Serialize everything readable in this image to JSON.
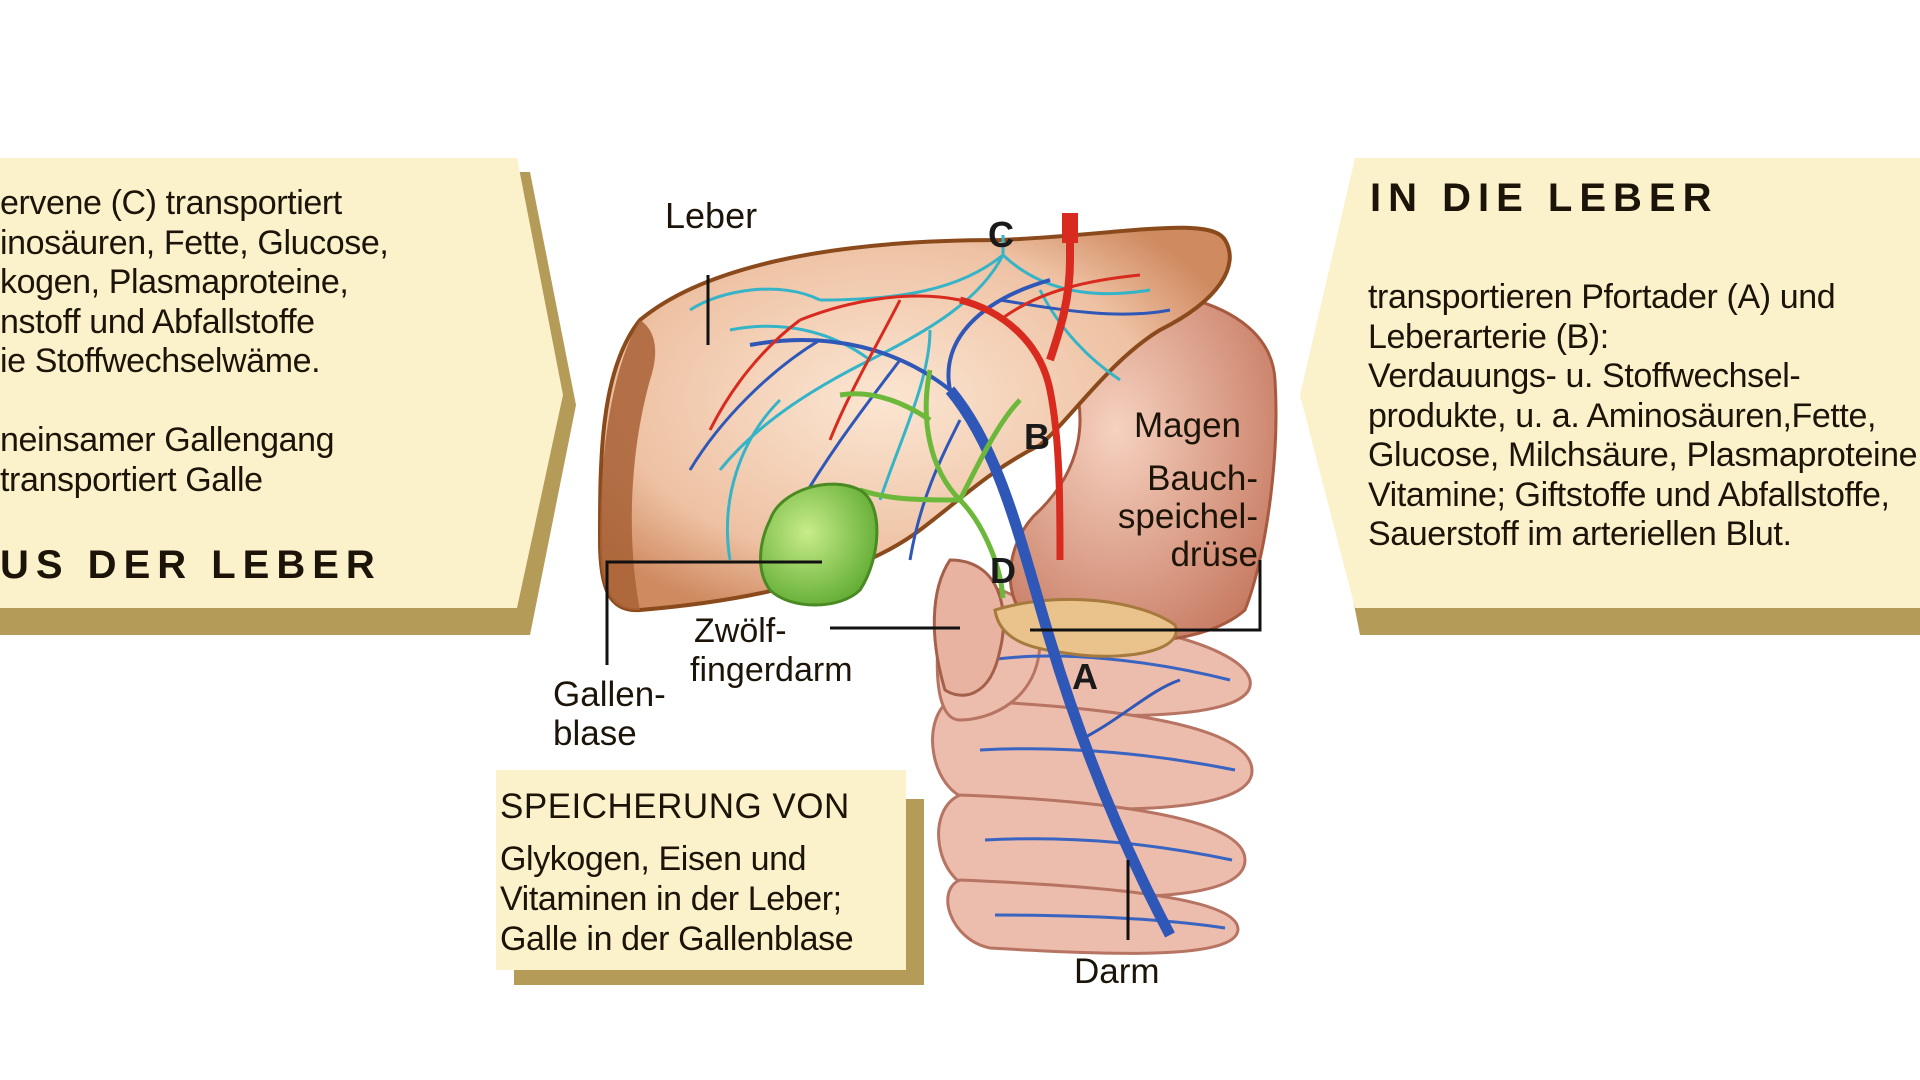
{
  "left_panel": {
    "lines": [
      "ervene (C) transportiert",
      "inosäuren, Fette, Glucose,",
      "kogen, Plasmaproteine,",
      "nstoff und Abfallstoffe",
      "ie Stoffwechselwäme.",
      "",
      "neinsamer Gallengang",
      "transportiert Galle"
    ],
    "heading": "US DER LEBER"
  },
  "right_panel": {
    "heading": "IN DIE LEBER",
    "lines": [
      "transportieren Pfortader (A) und",
      "Leberarterie (B):",
      "Verdauungs- u. Stoffwechsel-",
      "produkte, u. a. Aminosäuren,Fette,",
      "Glucose, Milchsäure, Plasmaproteine,",
      "Vitamine; Giftstoffe und Abfallstoffe,",
      "Sauerstoff im arteriellen Blut."
    ]
  },
  "storage_box": {
    "heading": "SPEICHERUNG VON",
    "lines": [
      "Glykogen, Eisen und",
      "Vitaminen in der Leber;",
      "Galle in der Gallenblase"
    ]
  },
  "labels": {
    "leber": "Leber",
    "magen": "Magen",
    "bauch": [
      "Bauch-",
      "speichel-",
      "drüse"
    ],
    "zwoelf": [
      "Zwölf-",
      "fingerdarm"
    ],
    "gallen": [
      "Gallen-",
      "blase"
    ],
    "darm": "Darm"
  },
  "letters": {
    "a": "A",
    "b": "B",
    "c": "C",
    "d": "D"
  },
  "colors": {
    "panel_fill": "#fbf2cc",
    "panel_shadow": "#b59b58",
    "liver": "#e8b99a",
    "liver_edge": "#8a4a1c",
    "portal_vein": "#2f57b8",
    "artery": "#d82a1e",
    "hepatic_vein": "#35b4c8",
    "bile": "#6cb83a",
    "intestine": "#e9b6a6"
  }
}
